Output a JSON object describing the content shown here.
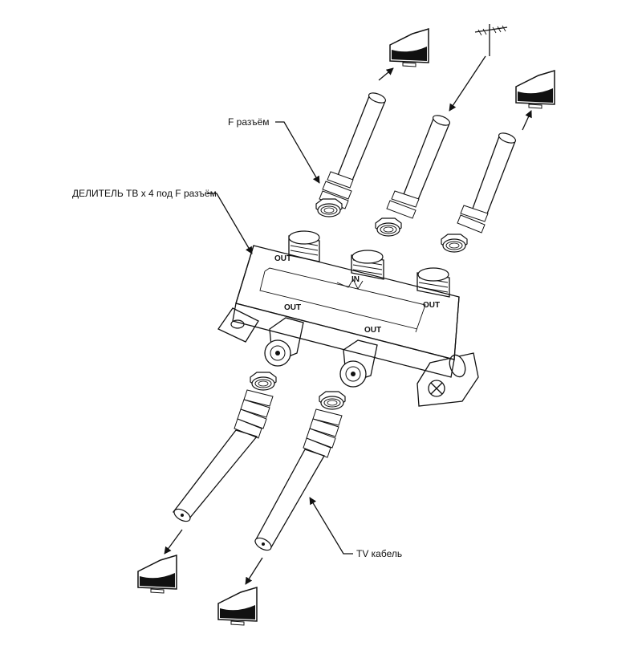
{
  "labels": {
    "connector": "F разъём",
    "splitter": "ДЕЛИТЕЛЬ ТВ х 4 под F разъём",
    "cable": "TV кабель"
  },
  "ports": {
    "in": "IN",
    "out": "OUT"
  },
  "colors": {
    "line": "#111111",
    "background": "#ffffff",
    "fill": "#ffffff"
  },
  "icons": [
    "antenna-icon",
    "tv-icon"
  ]
}
